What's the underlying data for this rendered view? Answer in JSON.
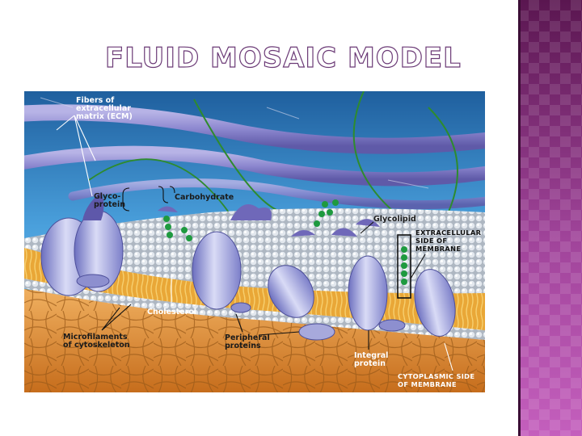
{
  "slide": {
    "title": "FLUID MOSAIC MODEL"
  },
  "diagram": {
    "labels": {
      "ecm": [
        "Fibers of",
        "extracellular",
        "matrix (ECM)"
      ],
      "glycoprotein": [
        "Glyco-",
        "protein"
      ],
      "carbohydrate": "Carbohydrate",
      "glycolipid": "Glycolipid",
      "extracellular_side": [
        "EXTRACELLULAR",
        "SIDE OF",
        "MEMBRANE"
      ],
      "cholesterol": "Cholesterol",
      "microfilaments": [
        "Microfilaments",
        "of cytoskeleton"
      ],
      "peripheral": [
        "Peripheral",
        "proteins"
      ],
      "integral": [
        "Integral",
        "protein"
      ],
      "cytoplasmic_side": [
        "CYTOPLASMIC SIDE",
        "OF MEMBRANE"
      ]
    }
  },
  "colors": {
    "sky": "#3a8fd0",
    "lipid_head": "#c9d0d8",
    "lipid_tail": "#e7a83a",
    "protein": "#8d8fcf",
    "carbohydrate": "#1e9a3f",
    "cytoplasm": "#e0922f",
    "accent_band": "#7a2a6e"
  }
}
